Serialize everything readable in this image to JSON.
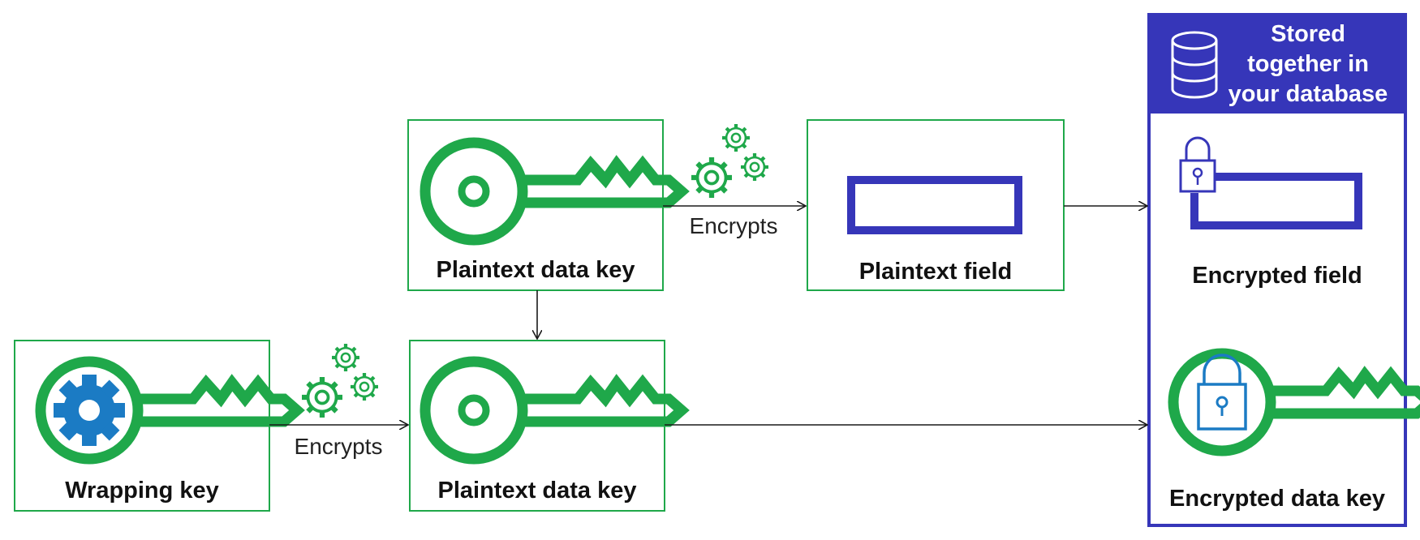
{
  "colors": {
    "green": "#1fa84a",
    "indigo": "#3636b9",
    "blue": "#1b7bc4",
    "arrow": "#1a1a1a"
  },
  "nodes": {
    "wrapping_key": {
      "label": "Wrapping key",
      "icon": "gear-key-icon"
    },
    "plaintext_data_key_top": {
      "label": "Plaintext data key",
      "icon": "key-icon"
    },
    "plaintext_data_key_bottom": {
      "label": "Plaintext data key",
      "icon": "key-icon"
    },
    "plaintext_field": {
      "label": "Plaintext field",
      "icon": "field-icon"
    }
  },
  "edges": {
    "encrypts_top": {
      "label": "Encrypts",
      "icon": "gears-icon"
    },
    "encrypts_bottom": {
      "label": "Encrypts",
      "icon": "gears-icon"
    }
  },
  "database": {
    "header_line1": "Stored",
    "header_line2": "together in",
    "header_line3": "your database",
    "header_icon": "database-icon",
    "encrypted_field": {
      "label": "Encrypted field",
      "icon": "locked-field-icon"
    },
    "encrypted_data_key": {
      "label": "Encrypted data key",
      "icon": "locked-key-icon"
    }
  }
}
